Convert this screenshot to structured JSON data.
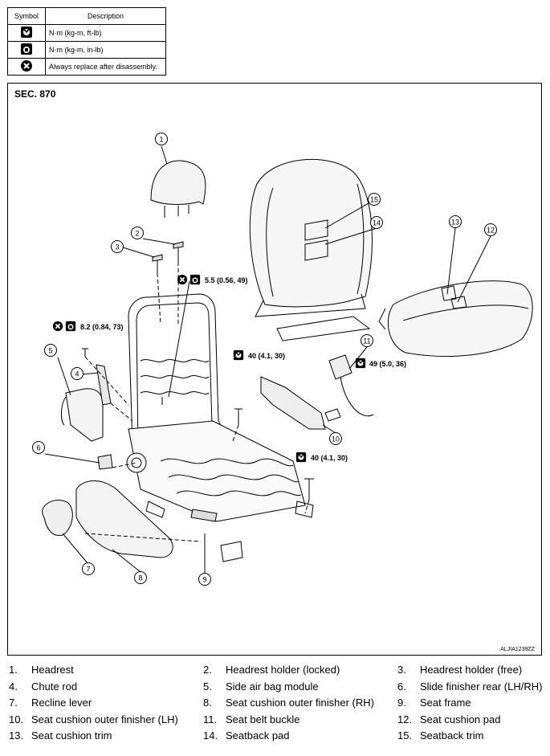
{
  "legend": {
    "headers": {
      "symbol": "Symbol",
      "description": "Description"
    },
    "rows": [
      {
        "icon": "torque-wrench-icon",
        "description": "N·m (kg-m, ft-lb)"
      },
      {
        "icon": "torque-wrench-inlb-icon",
        "description": "N·m (kg-m, in-lb)"
      },
      {
        "icon": "replace-x-icon",
        "description": "Always replace after disassembly."
      }
    ]
  },
  "diagram": {
    "section": "SEC. 870",
    "figure_id": "ALJIA1239ZZ",
    "callouts": [
      "1",
      "2",
      "3",
      "4",
      "5",
      "6",
      "7",
      "8",
      "9",
      "10",
      "11",
      "12",
      "13",
      "14",
      "15"
    ],
    "torques": [
      {
        "value": "5.5 (0.56, 49)"
      },
      {
        "value": "8.2 (0.84, 73)"
      },
      {
        "value": "40 (4.1, 30)"
      },
      {
        "value": "49 (5.0, 36)"
      },
      {
        "value": "40 (4.1, 30)"
      }
    ]
  },
  "parts": [
    {
      "num": "1.",
      "name": "Headrest"
    },
    {
      "num": "2.",
      "name": "Headrest holder (locked)"
    },
    {
      "num": "3.",
      "name": "Headrest holder (free)"
    },
    {
      "num": "4.",
      "name": "Chute rod"
    },
    {
      "num": "5.",
      "name": "Side air bag module"
    },
    {
      "num": "6.",
      "name": "Slide finisher rear (LH/RH)"
    },
    {
      "num": "7.",
      "name": "Recline lever"
    },
    {
      "num": "8.",
      "name": "Seat cushion outer finisher (RH)"
    },
    {
      "num": "9.",
      "name": "Seat frame"
    },
    {
      "num": "10.",
      "name": "Seat cushion outer finisher (LH)"
    },
    {
      "num": "11.",
      "name": "Seat belt buckle"
    },
    {
      "num": "12.",
      "name": "Seat cushion pad"
    },
    {
      "num": "13.",
      "name": "Seat cushion trim"
    },
    {
      "num": "14.",
      "name": "Seatback pad"
    },
    {
      "num": "15.",
      "name": "Seatback trim"
    }
  ]
}
